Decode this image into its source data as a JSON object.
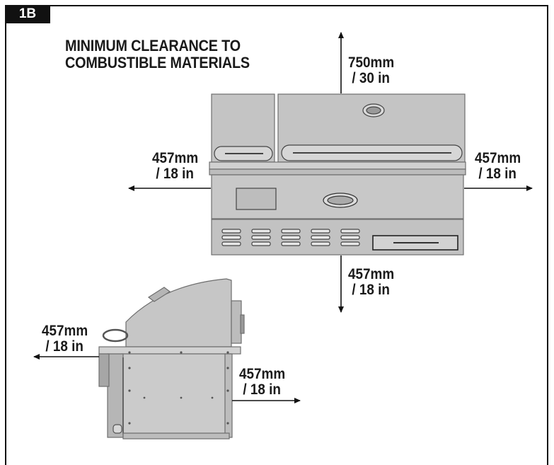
{
  "figure": {
    "badge": "1B",
    "title_line1": "MINIMUM CLEARANCE TO",
    "title_line2": "COMBUSTIBLE MATERIALS"
  },
  "front_view": {
    "top": {
      "line1": "750mm",
      "line2": "/ 30 in"
    },
    "left": {
      "line1": "457mm",
      "line2": "/ 18 in"
    },
    "right": {
      "line1": "457mm",
      "line2": "/ 18 in"
    },
    "bottom": {
      "line1": "457mm",
      "line2": "/ 18 in"
    }
  },
  "side_view": {
    "back": {
      "line1": "457mm",
      "line2": "/ 18 in"
    },
    "front": {
      "line1": "457mm",
      "line2": "/ 18 in"
    }
  },
  "colors": {
    "line": "#111111",
    "steel": "#c9c9c9",
    "steel_dark": "#8a8a8a",
    "steel_light": "#dedede"
  }
}
